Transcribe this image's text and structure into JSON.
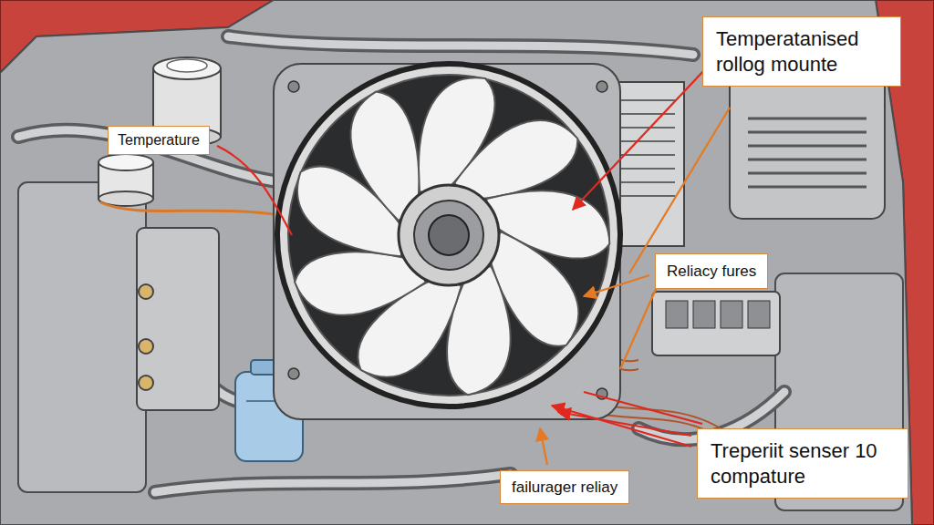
{
  "diagram": {
    "nodes": [
      {
        "text": [
          "Temperatanised rollog mounte"
        ]
      },
      {
        "text": [
          "Temperature"
        ]
      },
      {
        "text": [
          "Reliacy fures"
        ]
      },
      {
        "text": [
          "failurager reliay"
        ]
      },
      {
        "text": [
          "Treperiit senser 10 compature"
        ]
      }
    ]
  }
}
